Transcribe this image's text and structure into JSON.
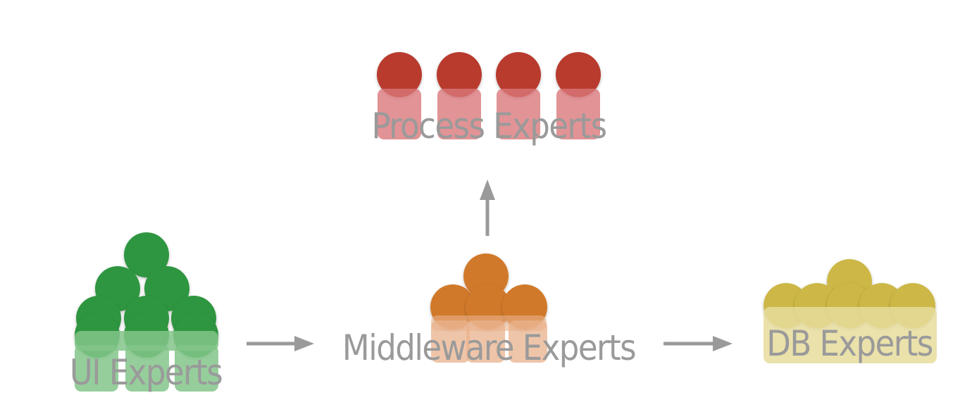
{
  "groups": {
    "process": {
      "label": "Process Experts",
      "color": "#b83b2e",
      "body_color": "#d9787a"
    },
    "ui": {
      "label": "UI Experts",
      "color": "#2e9640",
      "body_color": "#82c58a"
    },
    "middleware": {
      "label": "Middleware Experts",
      "color": "#d1792c",
      "body_color": "#e9b28c"
    },
    "db": {
      "label": "DB Experts",
      "color": "#cdb847",
      "body_color": "#e6dc9c"
    }
  },
  "label_color": "#9a9a9a",
  "arrow_color": "#9a9a9a",
  "flow": [
    {
      "from": "ui",
      "to": "middleware"
    },
    {
      "from": "middleware",
      "to": "db"
    },
    {
      "from": "middleware",
      "to": "process"
    }
  ]
}
